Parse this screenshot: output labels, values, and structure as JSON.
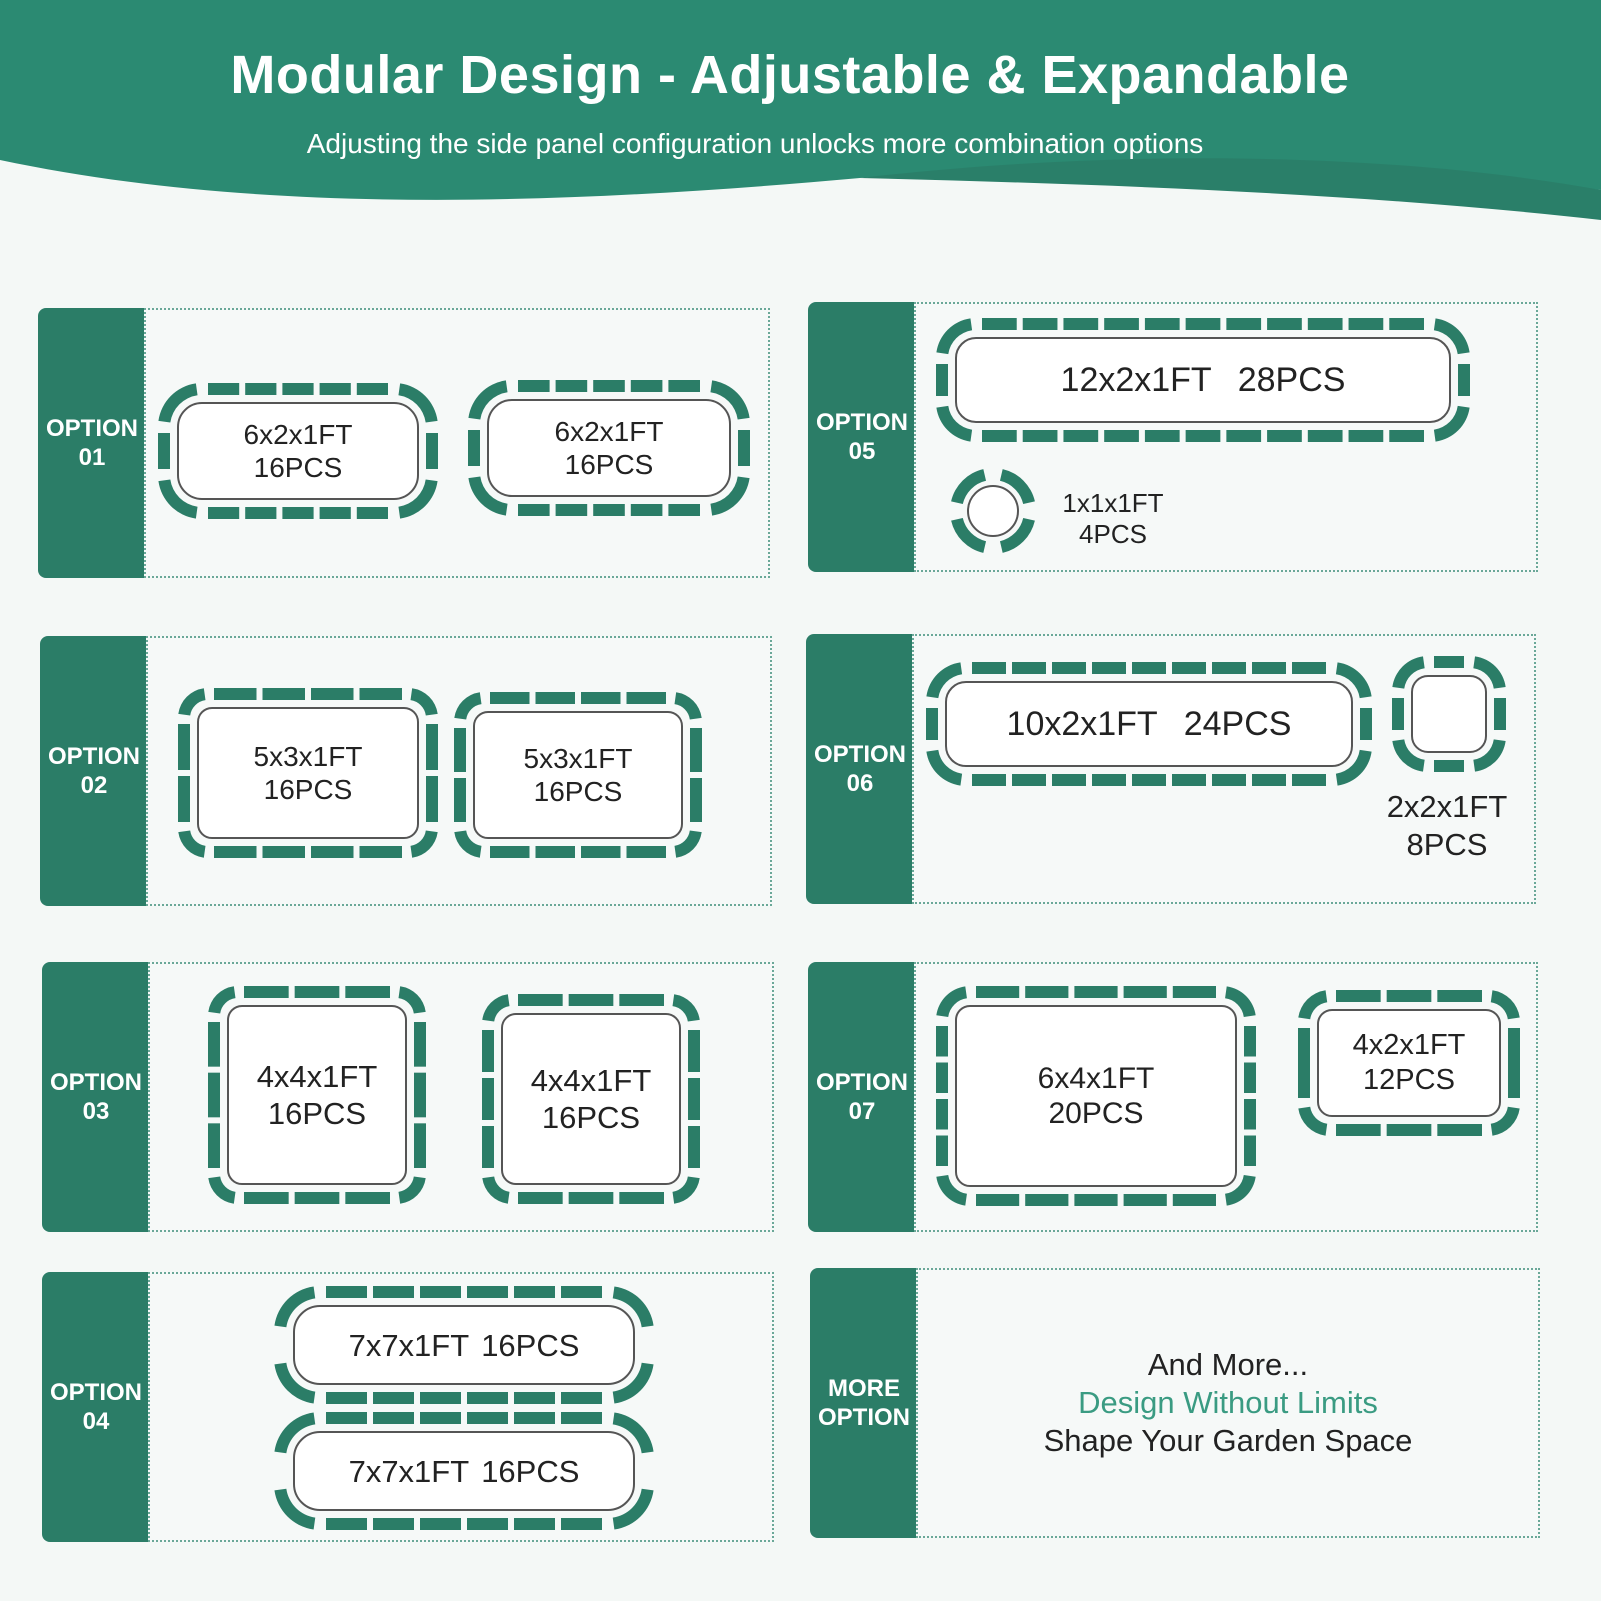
{
  "header": {
    "title": "Modular Design - Adjustable & Expandable",
    "subtitle": "Adjusting the side panel configuration unlocks more combination options",
    "color": "#2b8a72"
  },
  "colors": {
    "panel": "#2b7d67",
    "background": "#f4f8f6",
    "accent_text": "#3a9b82"
  },
  "options": [
    {
      "id": "opt1",
      "tab": [
        "OPTION",
        "01"
      ],
      "beds": [
        {
          "size": "6x2x1FT",
          "pcs": "16PCS"
        },
        {
          "size": "6x2x1FT",
          "pcs": "16PCS"
        }
      ]
    },
    {
      "id": "opt2",
      "tab": [
        "OPTION",
        "02"
      ],
      "beds": [
        {
          "size": "5x3x1FT",
          "pcs": "16PCS"
        },
        {
          "size": "5x3x1FT",
          "pcs": "16PCS"
        }
      ]
    },
    {
      "id": "opt3",
      "tab": [
        "OPTION",
        "03"
      ],
      "beds": [
        {
          "size": "4x4x1FT",
          "pcs": "16PCS"
        },
        {
          "size": "4x4x1FT",
          "pcs": "16PCS"
        }
      ]
    },
    {
      "id": "opt4",
      "tab": [
        "OPTION",
        "04"
      ],
      "beds": [
        {
          "size": "7x7x1FT",
          "pcs": "16PCS"
        },
        {
          "size": "7x7x1FT",
          "pcs": "16PCS"
        }
      ]
    },
    {
      "id": "opt5",
      "tab": [
        "OPTION",
        "05"
      ],
      "beds": [
        {
          "size": "12x2x1FT",
          "pcs": "28PCS"
        },
        {
          "size": "1x1x1FT",
          "pcs": "4PCS"
        }
      ]
    },
    {
      "id": "opt6",
      "tab": [
        "OPTION",
        "06"
      ],
      "beds": [
        {
          "size": "10x2x1FT",
          "pcs": "24PCS"
        },
        {
          "size": "2x2x1FT",
          "pcs": "8PCS"
        }
      ]
    },
    {
      "id": "opt7",
      "tab": [
        "OPTION",
        "07"
      ],
      "beds": [
        {
          "size": "6x4x1FT",
          "pcs": "20PCS"
        },
        {
          "size": "4x2x1FT",
          "pcs": "12PCS"
        }
      ]
    },
    {
      "id": "more",
      "tab": [
        "MORE",
        "OPTION"
      ],
      "lines": [
        "And More...",
        "Design Without Limits",
        "Shape Your Garden Space"
      ]
    }
  ]
}
